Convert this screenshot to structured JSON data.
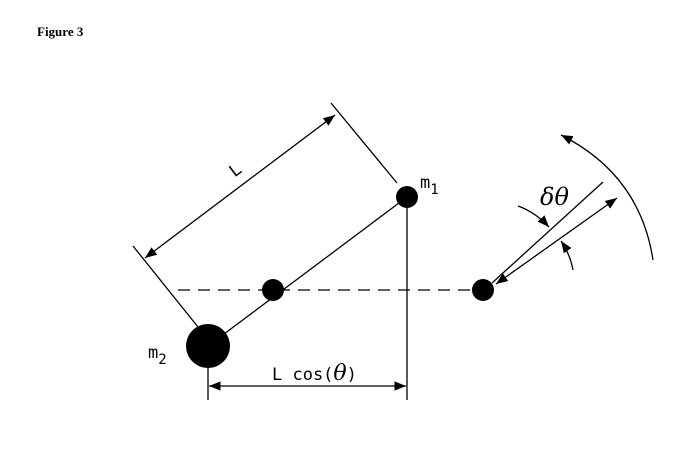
{
  "figure_title": "Figure 3",
  "labels": {
    "m1_base": "m",
    "m1_sub": "1",
    "m2_base": "m",
    "m2_sub": "2",
    "length": "L",
    "projection_prefix": "L cos(",
    "projection_theta": "θ",
    "projection_suffix": ")",
    "delta_theta": "δθ"
  }
}
